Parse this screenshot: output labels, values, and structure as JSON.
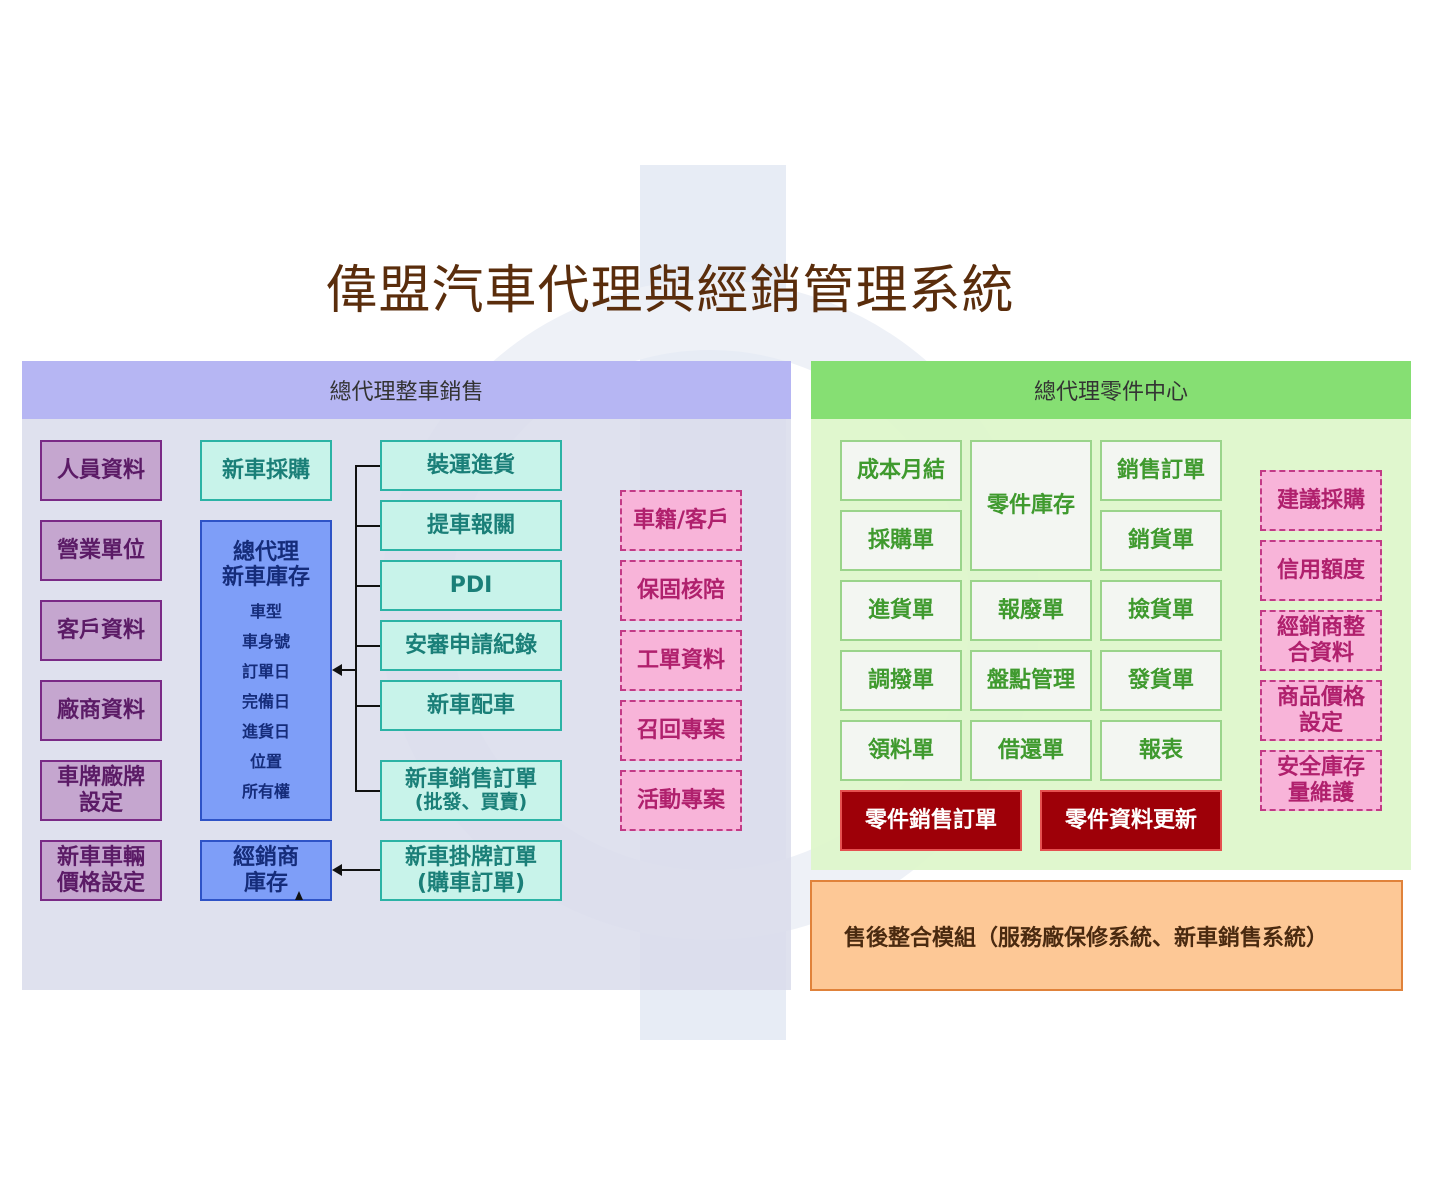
{
  "title": "偉盟汽車代理與經銷管理系統",
  "left_panel": {
    "header": "總代理整車銷售",
    "master_data": [
      "人員資料",
      "營業單位",
      "客戶資料",
      "廠商資料",
      "車牌廠牌\n設定",
      "新車車輛\n價格設定"
    ],
    "purchase": "新車採購",
    "inventory": {
      "title": "總代理\n新車庫存",
      "fields": [
        "車型",
        "車身號",
        "訂單日",
        "完備日",
        "進貨日",
        "位置",
        "所有權"
      ]
    },
    "dealer_inventory": "經銷商\n庫存",
    "processes": [
      "裝運進貨",
      "提車報關",
      "PDI",
      "安審申請紀錄",
      "新車配車",
      "新車銷售訂單\n(批發、買賣)",
      "新車掛牌訂單\n(購車訂單)"
    ],
    "linked_modules": [
      "車籍/客戶",
      "保固核陪",
      "工單資料",
      "召回專案",
      "活動專案"
    ]
  },
  "right_panel": {
    "header": "總代理零件中心",
    "grid": {
      "col1": [
        "成本月結",
        "採購單",
        "進貨單",
        "調撥單",
        "領料單"
      ],
      "col2_top": "零件庫存",
      "col2": [
        "報廢單",
        "盤點管理",
        "借還單"
      ],
      "col3": [
        "銷售訂單",
        "銷貨單",
        "撿貨單",
        "發貨單",
        "報表"
      ]
    },
    "action_buttons": [
      "零件銷售訂單",
      "零件資料更新"
    ],
    "linked_modules": [
      "建議採購",
      "信用額度",
      "經銷商整\n合資料",
      "商品價格\n設定",
      "安全庫存\n量維護"
    ]
  },
  "after_sales": "售後整合模組（服務廠保修系統、新車銷售系統）",
  "colors": {
    "left_panel_bg": "#d9dceb",
    "left_header_bg": "#b6b6f3",
    "right_panel_bg": "#ddf6c9",
    "right_header_bg": "#86df73",
    "after_sales_bg": "#fdc896",
    "title_color": "#5a2d0c"
  }
}
